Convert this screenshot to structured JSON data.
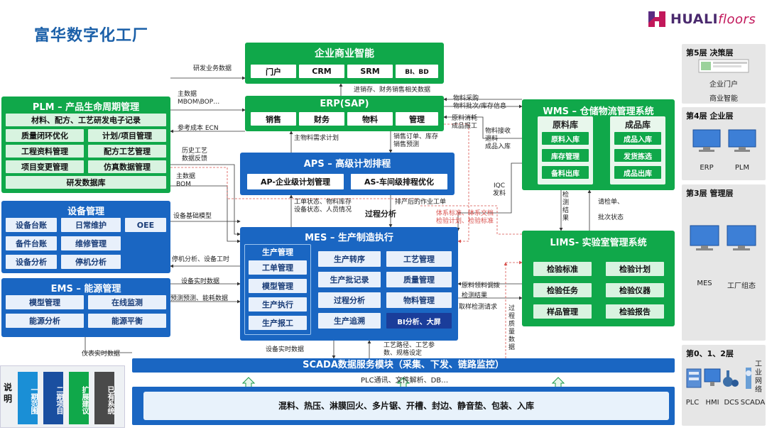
{
  "page": {
    "title": "富华数字化工厂",
    "logo_main": "HUALI",
    "logo_sub": "floors"
  },
  "bi": {
    "title": "企业商业智能",
    "items": [
      "门户",
      "CRM",
      "SRM",
      "BI、BD"
    ]
  },
  "erp": {
    "title": "ERP(SAP)",
    "items": [
      "销售",
      "财务",
      "物料",
      "管理"
    ]
  },
  "aps": {
    "title": "APS – 高级计划排程",
    "items": [
      "AP-企业级计划管理",
      "AS-车间级排程优化"
    ]
  },
  "plm": {
    "title": "PLM – 产品生命周期管理",
    "wide": "材料、配方、工艺研发电子记录",
    "items": [
      "质量闭环优化",
      "计划/项目管理",
      "工程资料管理",
      "配方工艺管理",
      "项目变更管理",
      "仿真数据管理"
    ],
    "bottom": "研发数据库"
  },
  "equip": {
    "title": "设备管理",
    "items": [
      "设备台账",
      "日常维护",
      "OEE",
      "备件台账",
      "维修管理",
      "设备分析",
      "停机分析"
    ]
  },
  "ems": {
    "title": "EMS – 能源管理",
    "items": [
      "模型管理",
      "在线监测",
      "能源分析",
      "能源平衡"
    ]
  },
  "mes": {
    "title": "MES – 生产制造执行",
    "sub_title": "生产管理",
    "left_items": [
      "工单管理",
      "模型管理",
      "生产执行",
      "生产报工"
    ],
    "mid_items": [
      "生产转序",
      "生产批记录",
      "过程分析",
      "生产追溯"
    ],
    "right_items": [
      "工艺管理",
      "质量管理",
      "物料管理",
      "BI分析、大屏"
    ]
  },
  "wms": {
    "title": "WMS – 仓储物流管理系统",
    "raw_title": "原料库",
    "raw_items": [
      "原料入库",
      "库存管理",
      "备料出库"
    ],
    "fin_title": "成品库",
    "fin_items": [
      "成品入库",
      "发货拣选",
      "成品出库"
    ]
  },
  "lims": {
    "title": "LIMS- 实验室管理系统",
    "items": [
      "检验标准",
      "检验计划",
      "检验任务",
      "检验仪器",
      "样品管理",
      "检验报告"
    ]
  },
  "scada": {
    "title": "SCADA数据服务模块（采集、下发、链路监控）",
    "sub": "PLC通讯、文件解析、DB…",
    "processes": "混料、热压、淋膜回火、多片锯、开槽、封边、静音垫、包装、入库"
  },
  "notes": {
    "rd_data": "研发业务数据",
    "master_data": "主数据\nMBOM\\BOP…",
    "cost_ecn": "参考成本 ECN",
    "history": "历史工艺\n数据反馈",
    "master_bom": "主数据\nBOM",
    "equip_model": "设备基础模型",
    "downtime": "停机分析、设备工时",
    "equip_rt": "设备实时数据",
    "forecast": "预测预测、能耗数据",
    "meter_rt": "仪表实时数据",
    "equip_rt2": "设备实时数据",
    "route": "工艺路径、工艺参\n数、规格设定",
    "sales_fin": "进销存、财务销售相关数据",
    "mat_plan": "主物料需求计划",
    "sales_order": "销售订单、库存\n销售预测",
    "work_status": "工单状态、物料库存\n设备状态、人员情况",
    "sched_order": "排产后的作业工单",
    "process_analysis": "过程分析",
    "mat_purchase": "物料采购\n物料批次/库存信息",
    "consume": "原料消耗\n成品报工",
    "mat_receive": "物料接收\n退料\n成品入库",
    "iqc": "IQC\n发料",
    "inspect_result": "检\n测\n结\n果",
    "inspect_req": "请检单、\n\n批次状态",
    "sys_std": "体系标准、体系文档\n检验计划、检验标准",
    "mat_adjust": "原料领料调拨",
    "inspect_res2": "检测结果",
    "sample_req": "取样检测请求",
    "quality_data": "过\n程\n质\n量\n数\n据"
  },
  "layers": [
    {
      "title": "第5层 决策层",
      "items": [
        "企业门户",
        "商业智能"
      ]
    },
    {
      "title": "第4层 企业层",
      "items": [
        "ERP",
        "PLM"
      ]
    },
    {
      "title": "第3层 管理层",
      "items": [
        "MES",
        "工厂组态"
      ]
    },
    {
      "title": "第0、1、2层",
      "items": [
        "PLC",
        "HMI",
        "DCS",
        "SCADA",
        "工业网络"
      ]
    }
  ],
  "legend": {
    "label": "说明",
    "items": [
      "一期范围",
      "二期项目",
      "扩展建议",
      "已有系统"
    ],
    "colors": [
      "#1a8fd6",
      "#1a4fa0",
      "#10a84a",
      "#4a4a4a"
    ]
  }
}
